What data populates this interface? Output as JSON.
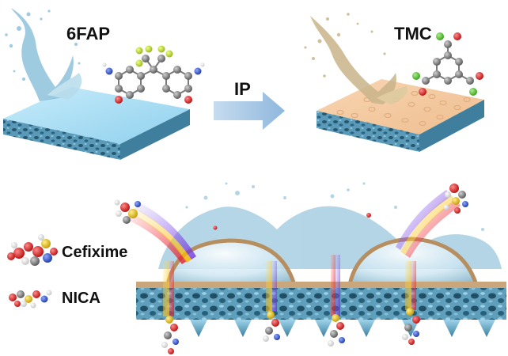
{
  "labels": {
    "left_monomer": "6FAP",
    "right_monomer": "TMC",
    "process": "IP",
    "legend_1": "Cefixime",
    "legend_2": "NICA"
  },
  "colors": {
    "arrow": "#a9c9e6",
    "left_membrane_top": "#a8dcf3",
    "right_membrane_top": "#f4c9a0",
    "support_layer": "#4f90ad",
    "polyamide_film": "#c9a67b",
    "water_splash_blue": "#8fc2dc",
    "water_splash_tan": "#c9b58a",
    "atom_carbon": "#7a7a7a",
    "atom_oxygen": "#e21d1d",
    "atom_nitrogen": "#2e56d6",
    "atom_fluorine": "#c8e63a",
    "atom_chlorine": "#5fd13d",
    "atom_sulfur": "#f2c31a",
    "atom_hydrogen": "#f2f2f2"
  }
}
